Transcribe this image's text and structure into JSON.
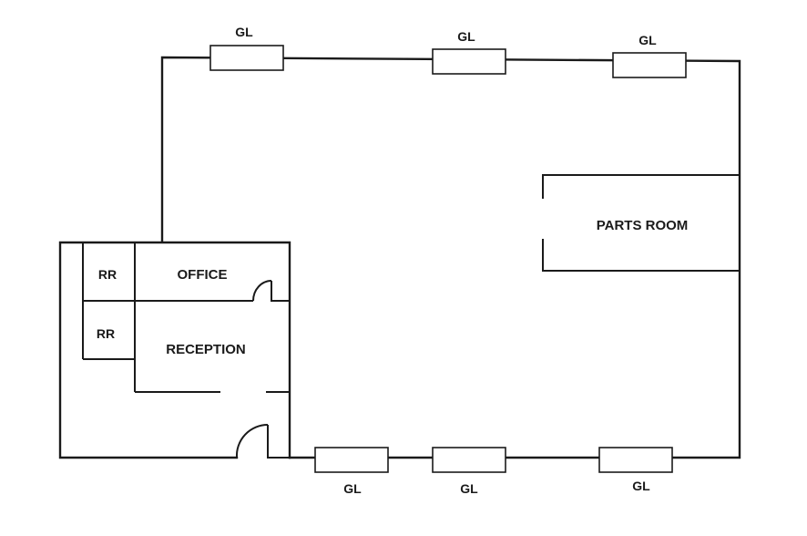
{
  "diagram": {
    "gl_label": "GL",
    "rooms": {
      "parts_room": "PARTS ROOM",
      "office": "OFFICE",
      "reception": "RECEPTION",
      "rr_upper": "RR",
      "rr_lower": "RR"
    }
  }
}
